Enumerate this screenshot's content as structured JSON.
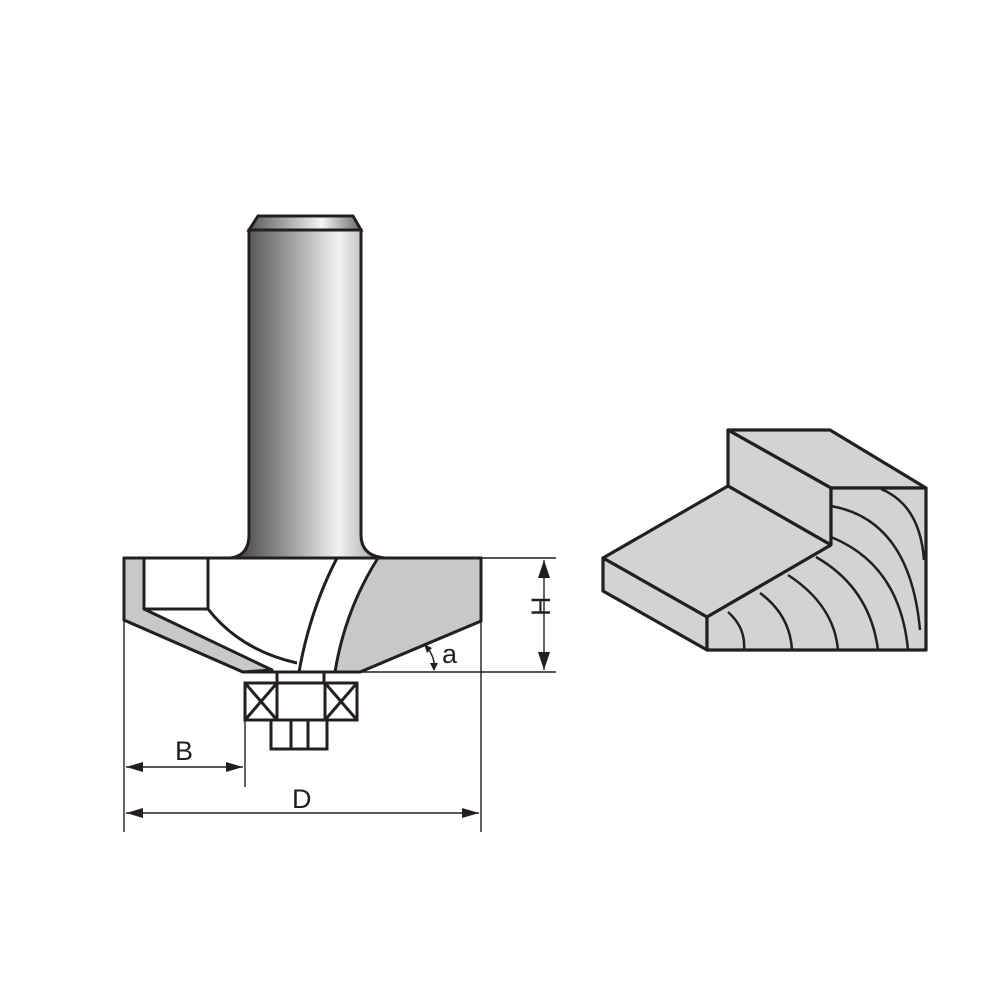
{
  "diagram": {
    "subject": "Router bit with bearing and resulting wood profile",
    "colors": {
      "outline": "#231f20",
      "cutter_fill": "#c8c8c9",
      "profile_fill": "#d2d3d4",
      "background": "#ffffff",
      "shank_dark": "#3c3a3a",
      "shank_light": "#f2f2f2"
    },
    "dimensions": {
      "H": "H",
      "B": "B",
      "D": "D",
      "angle": "a"
    },
    "parts": [
      {
        "name": "shank"
      },
      {
        "name": "cutter-body"
      },
      {
        "name": "bearing"
      },
      {
        "name": "bearing-screw"
      },
      {
        "name": "wood-profile"
      }
    ]
  }
}
